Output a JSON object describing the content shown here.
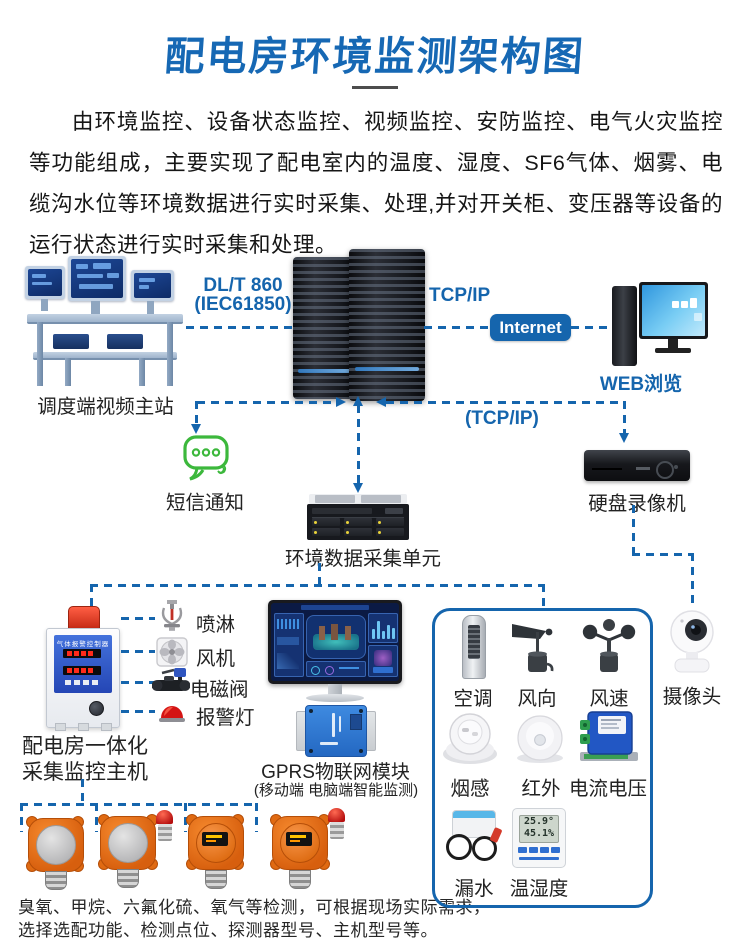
{
  "header": {
    "title": "配电房环境监测架构图",
    "intro": "由环境监控、设备状态监控、视频监控、安防监控、电气火灾监控等功能组成，主要实现了配电室内的温度、湿度、SF6气体、烟雾、电缆沟水位等环境数据进行实时采集、处理,并对开关柜、变压器等设备的运行状态进行实时采集和处理。"
  },
  "colors": {
    "accent": "#1565ad",
    "sms_green": "#3cb83c",
    "panel_border": "#1565ad"
  },
  "top": {
    "dispatch_label": "调度端视频主站",
    "protocol_line1": "DL/T 860",
    "protocol_line2": "(IEC61850)",
    "tcpip_label": "TCP/IP",
    "internet_label": "Internet",
    "web_label": "WEB浏览",
    "tcpip2_label": "(TCP/IP)"
  },
  "middle": {
    "sms_label": "短信通知",
    "collector_label": "环境数据采集单元",
    "dvr_label": "硬盘录像机"
  },
  "host": {
    "label_line1": "配电房一体化",
    "label_line2": "采集监控主机",
    "panel_title": "气体报警控制器",
    "actuators": [
      "喷淋",
      "风机",
      "电磁阀",
      "报警灯"
    ]
  },
  "gprs": {
    "label_line1": "GPRS物联网模块",
    "label_line2": "(移动端 电脑端智能监测)"
  },
  "sensors": {
    "row1": [
      "空调",
      "风向",
      "风速"
    ],
    "row2": [
      "烟感",
      "红外",
      "电流电压"
    ],
    "row3": [
      "漏水",
      "温湿度"
    ],
    "camera_label": "摄像头",
    "th_temp": "25.9°",
    "th_hum": "45.1%"
  },
  "footer": {
    "note_line1": "臭氧、甲烷、六氟化硫、氧气等检测，可根据现场实际需求，",
    "note_line2": "选择选配功能、检测点位、探测器型号、主机型号等。"
  }
}
